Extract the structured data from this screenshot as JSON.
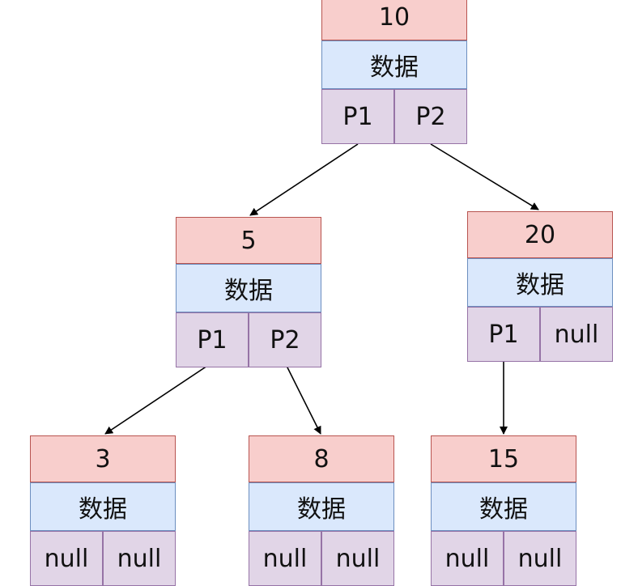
{
  "nodes": [
    {
      "id": "n10",
      "key": "10",
      "data": "数据",
      "p1": "P1",
      "p2": "P2"
    },
    {
      "id": "n5",
      "key": "5",
      "data": "数据",
      "p1": "P1",
      "p2": "P2"
    },
    {
      "id": "n20",
      "key": "20",
      "data": "数据",
      "p1": "P1",
      "p2": "null"
    },
    {
      "id": "n3",
      "key": "3",
      "data": "数据",
      "p1": "null",
      "p2": "null"
    },
    {
      "id": "n8",
      "key": "8",
      "data": "数据",
      "p1": "null",
      "p2": "null"
    },
    {
      "id": "n15",
      "key": "15",
      "data": "数据",
      "p1": "null",
      "p2": "null"
    }
  ],
  "edges": [
    {
      "from": "n10",
      "to": "n5"
    },
    {
      "from": "n10",
      "to": "n20"
    },
    {
      "from": "n5",
      "to": "n3"
    },
    {
      "from": "n5",
      "to": "n8"
    },
    {
      "from": "n20",
      "to": "n15"
    }
  ]
}
